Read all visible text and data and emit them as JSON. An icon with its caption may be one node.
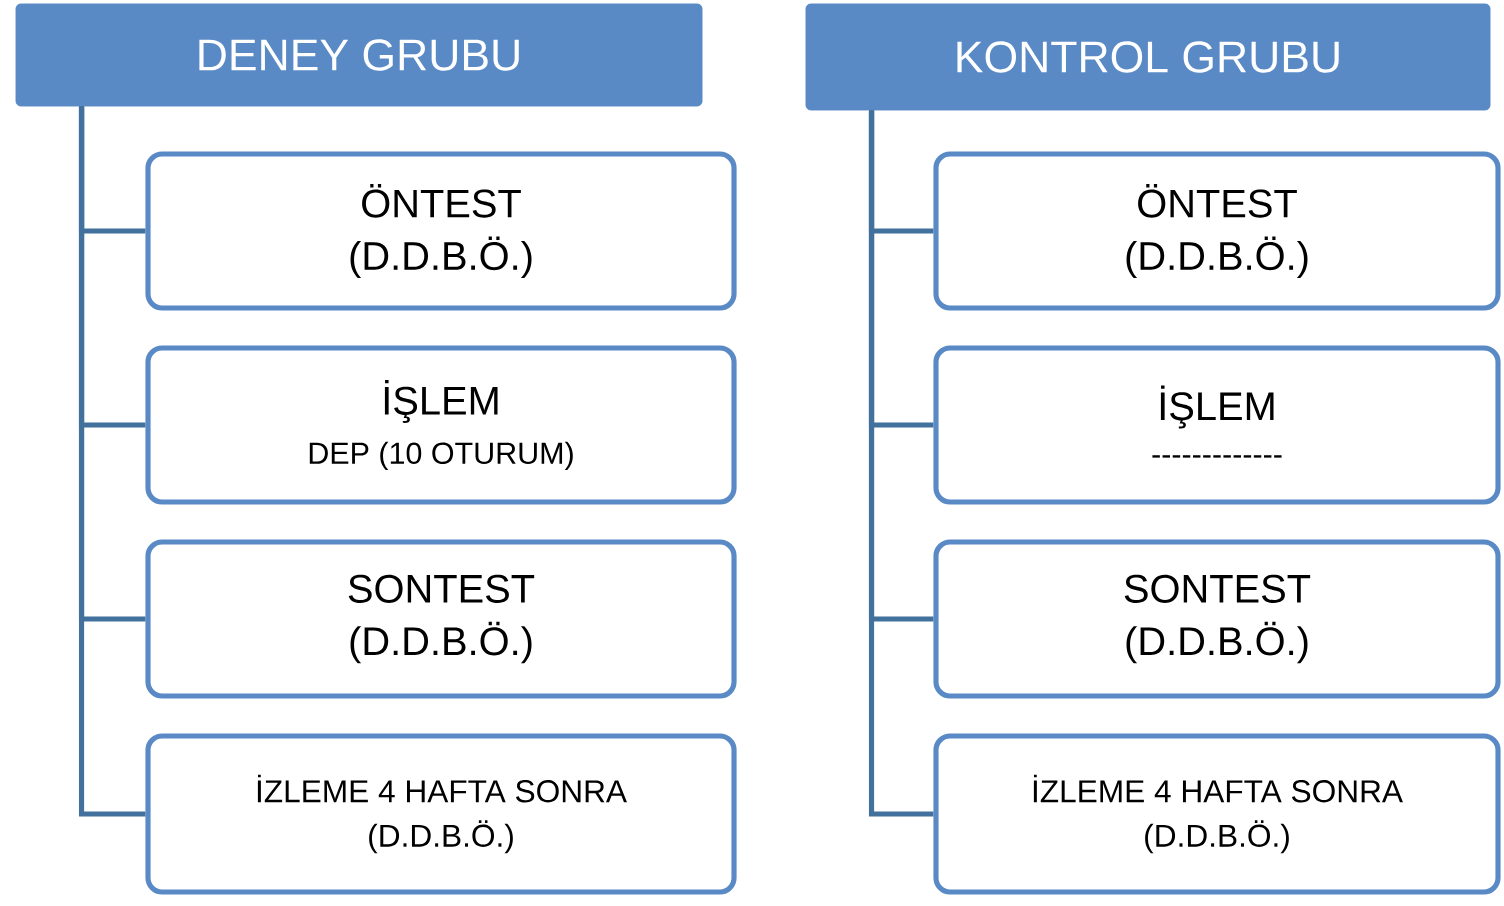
{
  "diagram": {
    "nodes": [
      {
        "text": [
          "DENEY GRUBU"
        ]
      },
      {
        "text": [
          "ÖNTEST",
          "(D.D.B.Ö.)"
        ]
      },
      {
        "text": [
          "İŞLEM",
          "DEP (10 OTURUM)"
        ]
      },
      {
        "text": [
          "SONTEST",
          "(D.D.B.Ö.)"
        ]
      },
      {
        "text": [
          "İZLEME 4 HAFTA SONRA",
          "(D.D.B.Ö.)"
        ]
      },
      {
        "text": [
          "KONTROL GRUBU"
        ]
      },
      {
        "text": [
          "ÖNTEST",
          "(D.D.B.Ö.)"
        ]
      },
      {
        "text": [
          "İŞLEM",
          "-------------"
        ]
      },
      {
        "text": [
          "SONTEST",
          "(D.D.B.Ö.)"
        ]
      },
      {
        "text": [
          "İZLEME 4 HAFTA SONRA",
          "(D.D.B.Ö.)"
        ]
      }
    ],
    "edges": [
      {
        "from": 0,
        "to": 1,
        "arrow": "none"
      },
      {
        "from": 0,
        "to": 2,
        "arrow": "none"
      },
      {
        "from": 0,
        "to": 3,
        "arrow": "none"
      },
      {
        "from": 0,
        "to": 4,
        "arrow": "none"
      },
      {
        "from": 5,
        "to": 6,
        "arrow": "none"
      },
      {
        "from": 5,
        "to": 7,
        "arrow": "none"
      },
      {
        "from": 5,
        "to": 8,
        "arrow": "none"
      },
      {
        "from": 5,
        "to": 9,
        "arrow": "none"
      }
    ]
  }
}
